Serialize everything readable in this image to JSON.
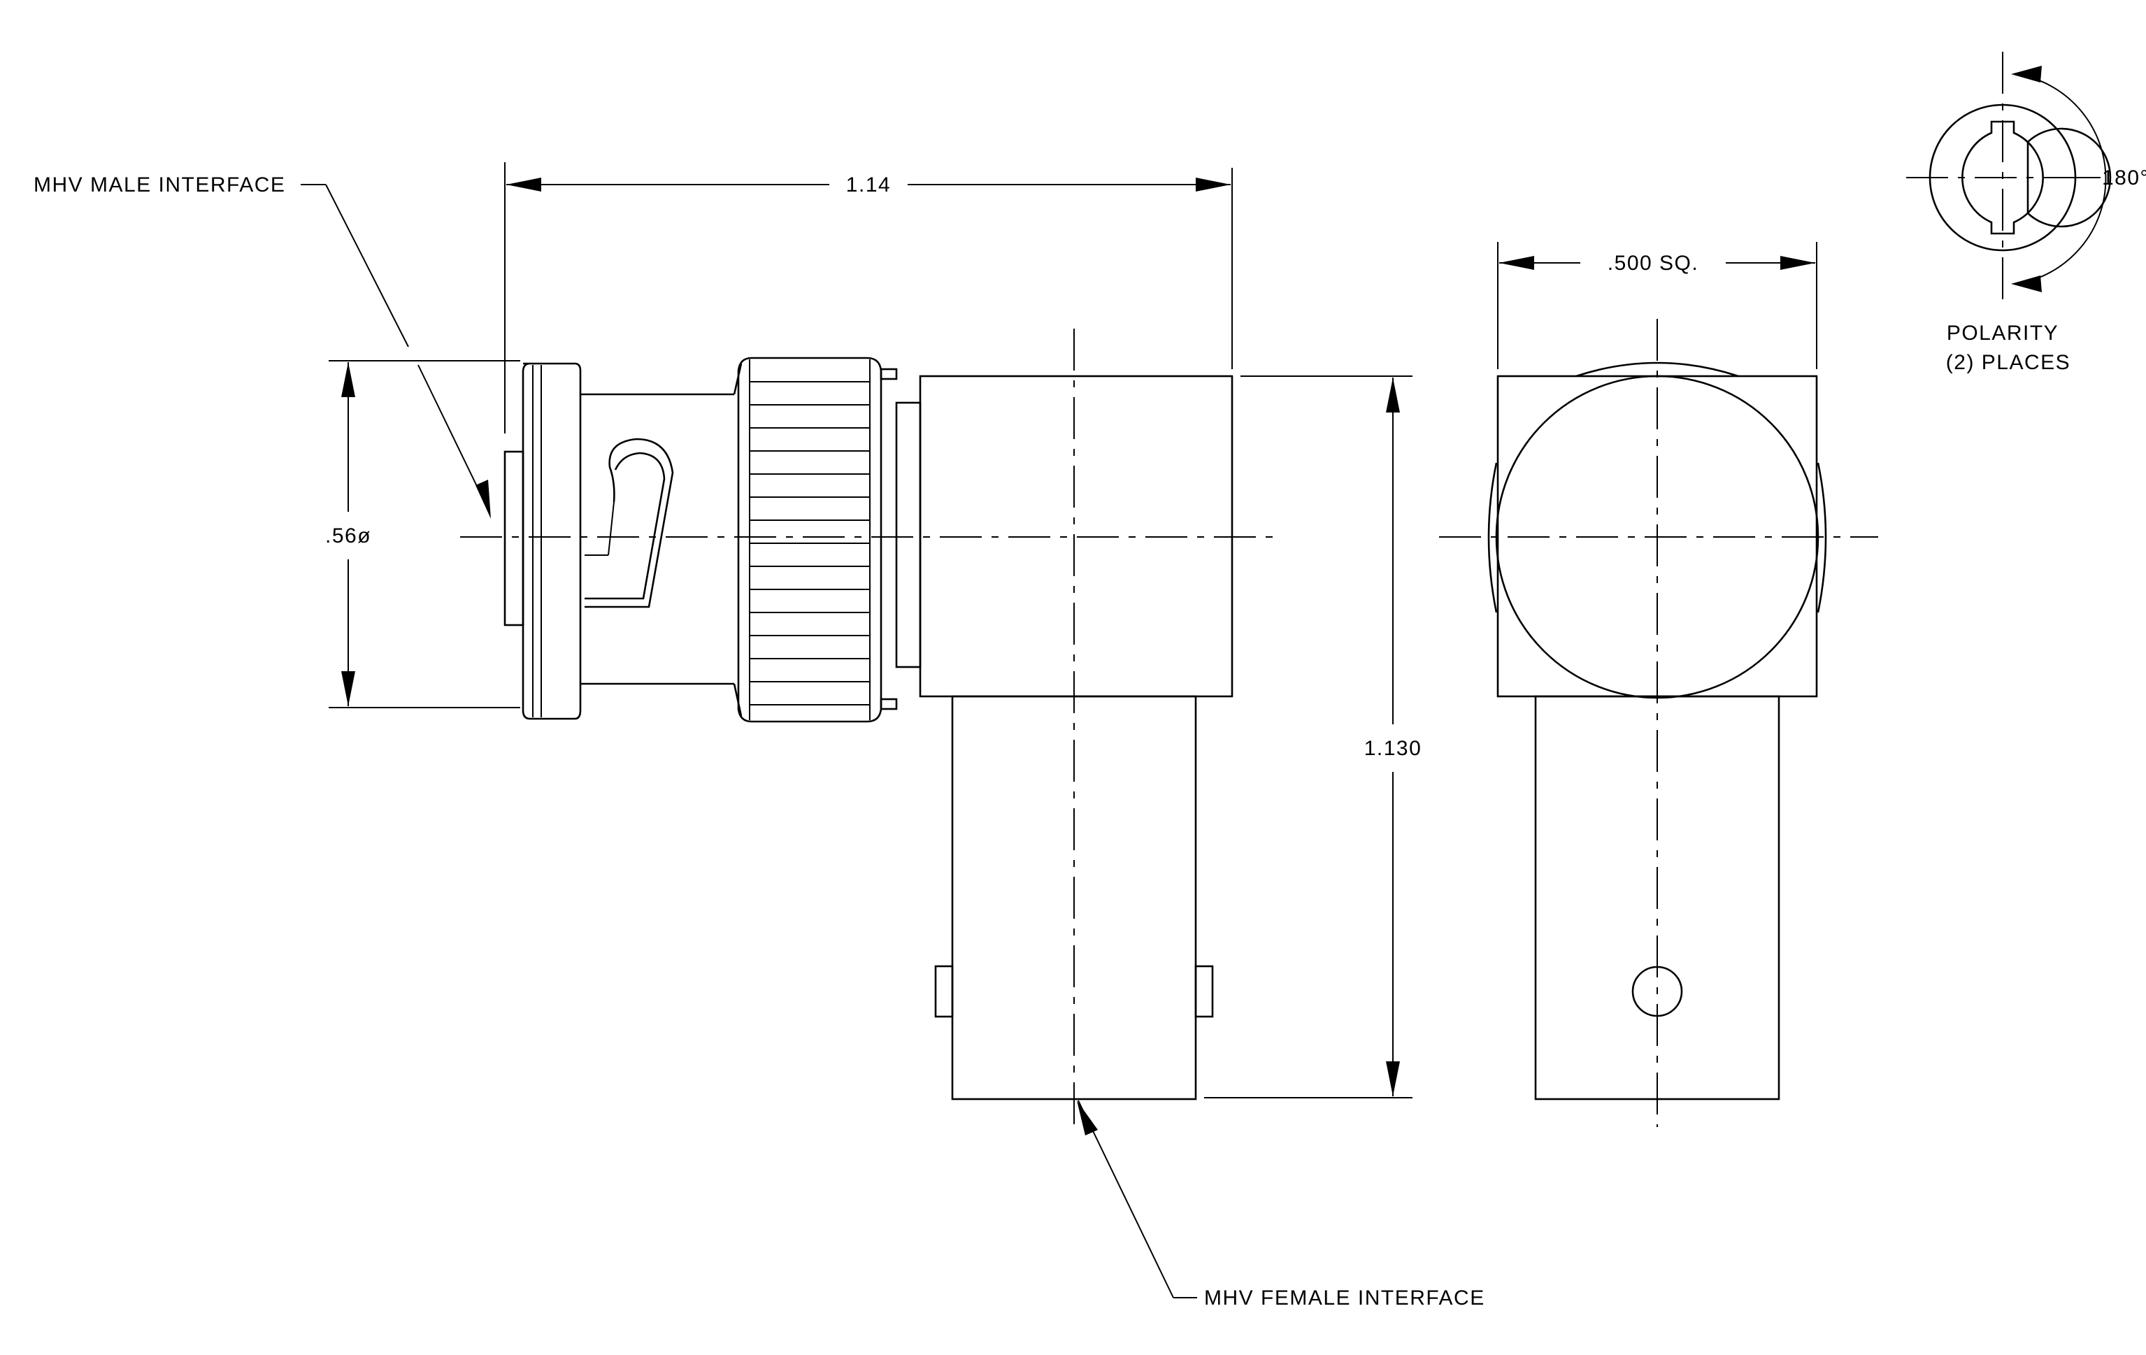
{
  "labels": {
    "male_interface": "MHV MALE INTERFACE",
    "female_interface": "MHV FEMALE INTERFACE",
    "polarity_line1": "POLARITY",
    "polarity_line2": "(2) PLACES"
  },
  "dimensions": {
    "overall_length": "1.14",
    "diameter": ".56ø",
    "height": "1.130",
    "square": ".500 SQ.",
    "polarity_angle": "180°"
  }
}
